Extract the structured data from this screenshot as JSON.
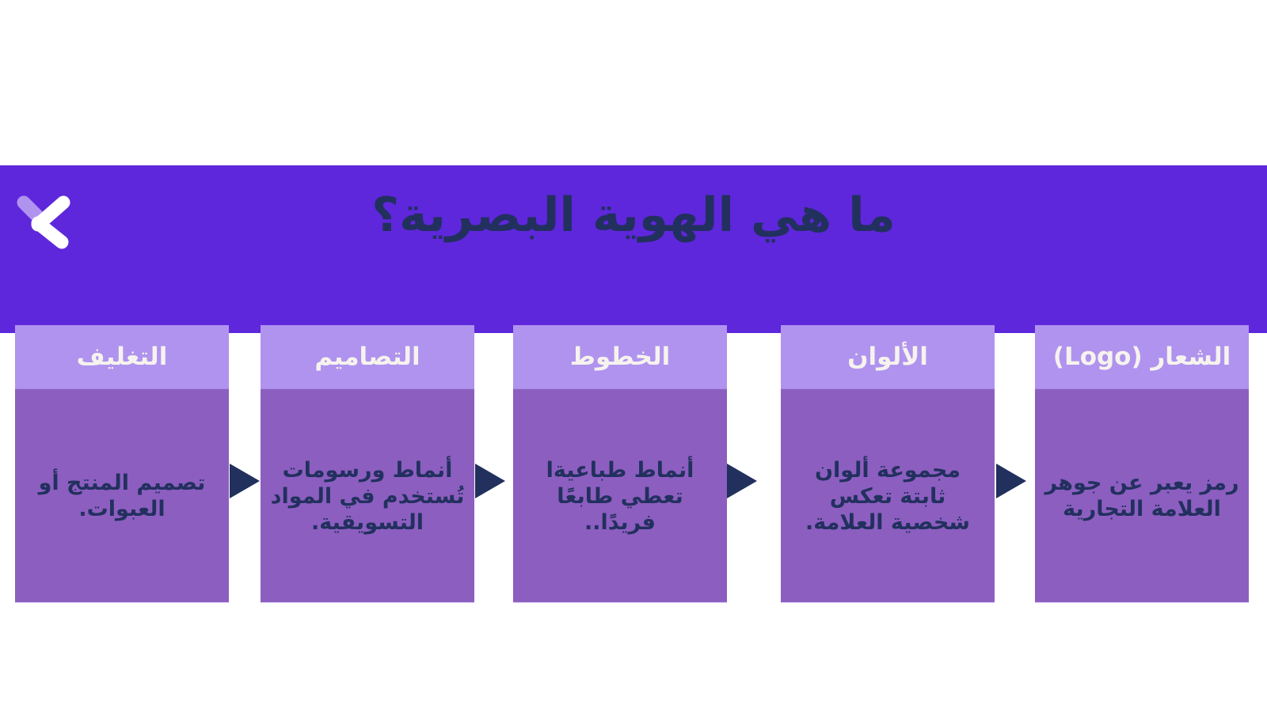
{
  "slide": {
    "title": "ما هي الهوية البصرية؟",
    "colors": {
      "banner": "#5e27db",
      "card_header": "#b093ee",
      "card_body": "#8c5ec0",
      "text_dark": "#22305e",
      "text_light": "#f6f3ee"
    },
    "logo_icon": "chevron-left-logo-icon",
    "cards": [
      {
        "header": "الشعار (Logo)",
        "body": "رمز يعبر عن جوهر العلامة التجارية"
      },
      {
        "header": "الألوان",
        "body": "مجموعة ألوان ثابتة تعكس شخصية العلامة."
      },
      {
        "header": "الخطوط",
        "body": "أنماط طباعيةا تعطي طابعًا فريدًا.."
      },
      {
        "header": "التصاميم",
        "body": "أنماط ورسومات تُستخدم في المواد التسويقية."
      },
      {
        "header": "التغليف",
        "body": "تصميم المنتج أو العبوات."
      }
    ]
  }
}
